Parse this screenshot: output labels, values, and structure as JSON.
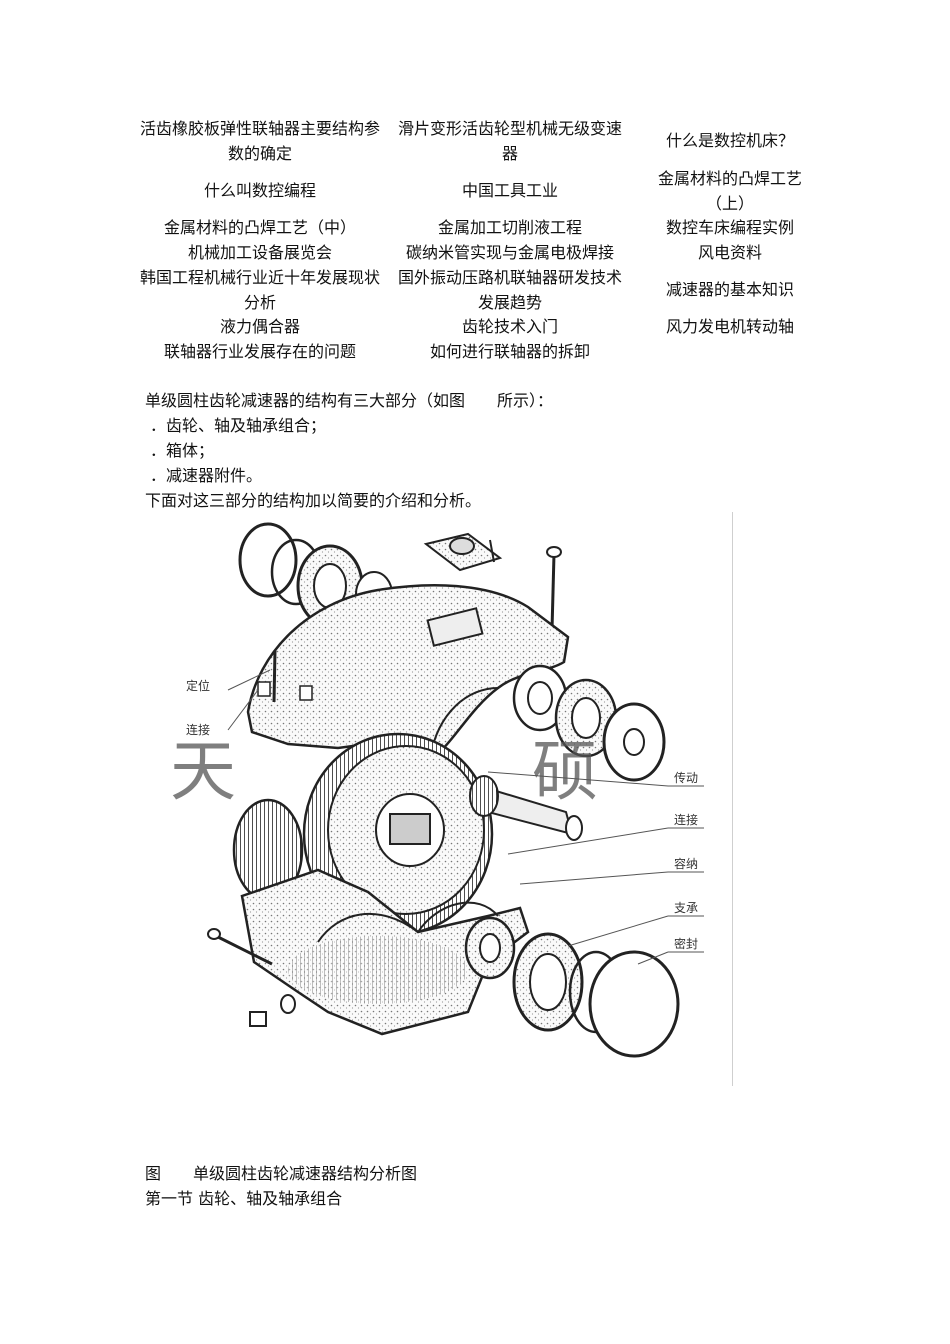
{
  "related_links": {
    "col1": [
      "活齿橡胶板弹性联轴器主要结构参数的确定",
      "什么叫数控编程",
      "金属材料的凸焊工艺（中）",
      "机械加工设备展览会",
      "韩国工程机械行业近十年发展现状分析",
      "液力偶合器",
      "联轴器行业发展存在的问题"
    ],
    "col2": [
      "滑片变形活齿轮型机械无级变速器",
      "中国工具工业",
      "金属加工切削液工程",
      "碳纳米管实现与金属电极焊接",
      "国外振动压路机联轴器研发技术发展趋势",
      "齿轮技术入门",
      "如何进行联轴器的拆卸"
    ],
    "col3": [
      "什么是数控机床？",
      "金属材料的凸焊工艺（上）",
      "数控车床编程实例",
      "风电资料",
      "减速器的基本知识",
      "风力发电机转动轴"
    ]
  },
  "intro": {
    "lead": "单级圆柱齿轮减速器的结构有三大部分（如图　　所示）：",
    "items": [
      "．齿轮、轴及轴承组合；",
      "．箱体；",
      "．减速器附件。"
    ],
    "summary": "下面对这三部分的结构加以简要的介绍和分析。"
  },
  "figure": {
    "labels": {
      "positioning": "定位",
      "connect_left": "连接",
      "transmission": "传动",
      "connect_right": "连接",
      "contain": "容纳",
      "support": "支承",
      "seal": "密封"
    },
    "watermark_left": "天",
    "watermark_right": "硕",
    "caption": "图　　单级圆柱齿轮减速器结构分析图"
  },
  "section_heading": "第一节  齿轮、轴及轴承组合"
}
